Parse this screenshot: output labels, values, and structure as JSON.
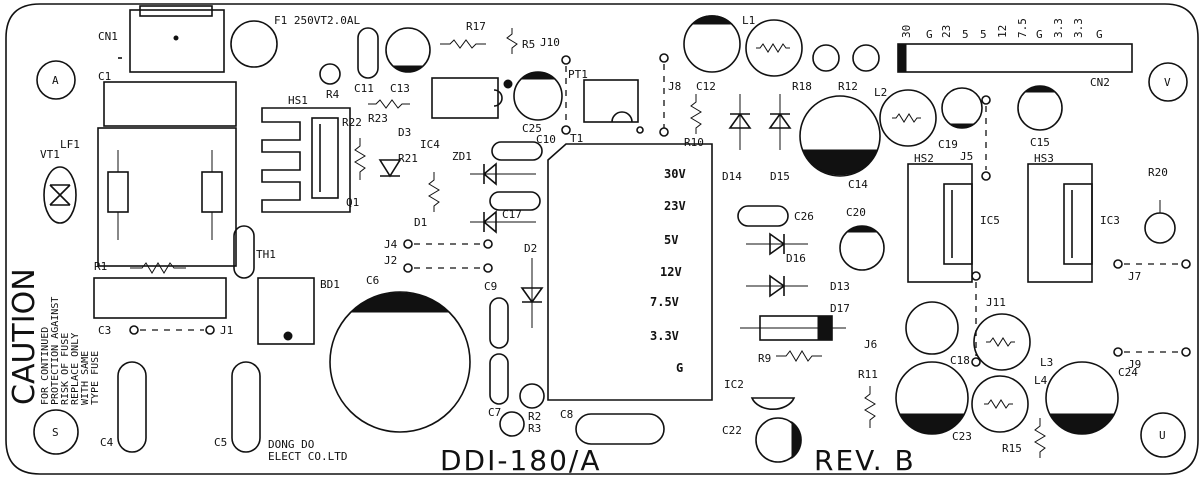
{
  "board": {
    "model": "DDI-180/A",
    "revision": "REV. B",
    "maker_line1": "DONG DO",
    "maker_line2": "ELECT CO.LTD",
    "caution_title": "CAUTION",
    "caution_lines": [
      "FOR CONTINUED",
      "PROTECTION AGAINST",
      "RISK OF FUSE",
      "REPLACE ONLY",
      "WITH SAME",
      "TYPE FUSE"
    ],
    "fuse_rating": "F1 250VT2.0AL"
  },
  "outputs": [
    "30V",
    "23V",
    "5V",
    "12V",
    "7.5V",
    "3.3V",
    "G"
  ],
  "cn2_pins": [
    "30",
    "G",
    "23",
    "5",
    "5",
    "12",
    "7.5",
    "G",
    "3.3",
    "3.3",
    "G"
  ],
  "corners": {
    "top_left": "A",
    "top_right": "V",
    "bottom_left": "S",
    "bottom_right": "U"
  },
  "labels": {
    "cn1": "CN1",
    "c1": "C1",
    "lf1": "LF1",
    "vt1": "VT1",
    "r1": "R1",
    "c3": "C3",
    "j1": "J1",
    "c4": "C4",
    "c5": "C5",
    "th1": "TH1",
    "bd1": "BD1",
    "c6": "C6",
    "hs1": "HS1",
    "r4": "R4",
    "r22": "R22",
    "r21": "R21",
    "q1": "Q1",
    "d3": "D3",
    "ic4": "IC4",
    "r23": "R23",
    "c11": "C11",
    "c13": "C13",
    "r17": "R17",
    "r5": "R5",
    "j10": "J10",
    "pt1": "PT1",
    "c25": "C25",
    "c10": "C10",
    "zd1": "ZD1",
    "d1": "D1",
    "c17": "C17",
    "j4": "J4",
    "j2": "J2",
    "d2": "D2",
    "c9": "C9",
    "c7": "C7",
    "r2": "R2",
    "r3": "R3",
    "c8": "C8",
    "ic2": "IC2",
    "c22": "C22",
    "t1": "T1",
    "j8": "J8",
    "r10": "R10",
    "c12": "C12",
    "l1": "L1",
    "r18": "R18",
    "r12": "R12",
    "cn2": "CN2",
    "d14": "D14",
    "d15": "D15",
    "c14": "C14",
    "l2": "L2",
    "c19": "C19",
    "j5": "J5",
    "c15": "C15",
    "hs2": "HS2",
    "hs3": "HS3",
    "ic5": "IC5",
    "ic3": "IC3",
    "r20": "R20",
    "j7": "J7",
    "c26": "C26",
    "c20": "C20",
    "d16": "D16",
    "d13": "D13",
    "d17": "D17",
    "r9": "R9",
    "j11": "J11",
    "j6": "J6",
    "c18": "C18",
    "l3": "L3",
    "l4": "L4",
    "c24": "C24",
    "j9": "J9",
    "r11": "R11",
    "c23": "C23",
    "r15": "R15"
  }
}
